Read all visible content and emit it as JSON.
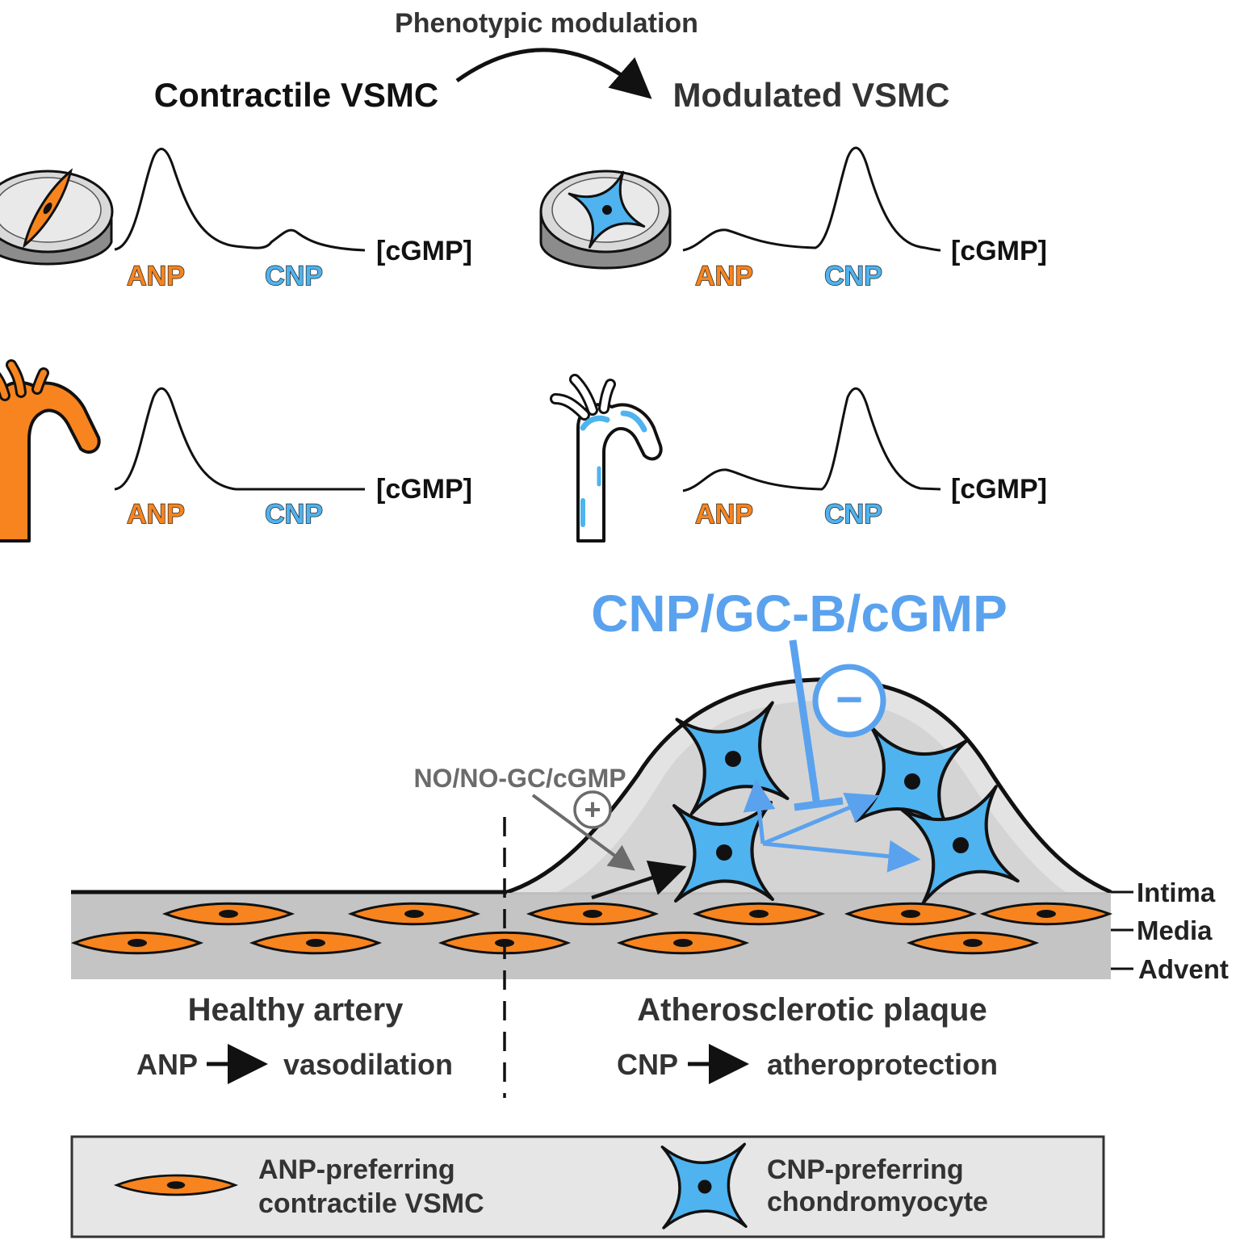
{
  "header": {
    "modulation_label": "Phenotypic modulation",
    "left_title": "Contractile VSMC",
    "right_title": "Modulated VSMC"
  },
  "panels": {
    "peak_labels": {
      "anp": "ANP",
      "cnp": "CNP",
      "axis": "[cGMP]"
    }
  },
  "plaque": {
    "pathway_title": "CNP/GC-B/cGMP",
    "inhibit_symbol": "−",
    "no_pathway": "NO/NO-GC/cGMP",
    "stimulate_symbol": "+",
    "layers": {
      "intima": "Intima",
      "media": "Media",
      "advent": "Advent"
    },
    "healthy": {
      "title": "Healthy artery",
      "agent": "ANP",
      "effect": "vasodilation"
    },
    "diseased": {
      "title": "Atherosclerotic plaque",
      "agent": "CNP",
      "effect": "atheroprotection"
    }
  },
  "legend": {
    "contractile_line1": "ANP-preferring",
    "contractile_line2": "contractile VSMC",
    "chondro_line1": "CNP-preferring",
    "chondro_line2": "chondromyocyte"
  },
  "colors": {
    "anp_orange": "#f7841e",
    "cnp_blue": "#4fb3ef",
    "pathway_blue": "#5aa2ee",
    "no_gray": "#6b6b6b",
    "media_gray": "#c4c4c4",
    "plaque_gray": "#e3e3e3",
    "legend_bg": "#e6e6e6"
  }
}
